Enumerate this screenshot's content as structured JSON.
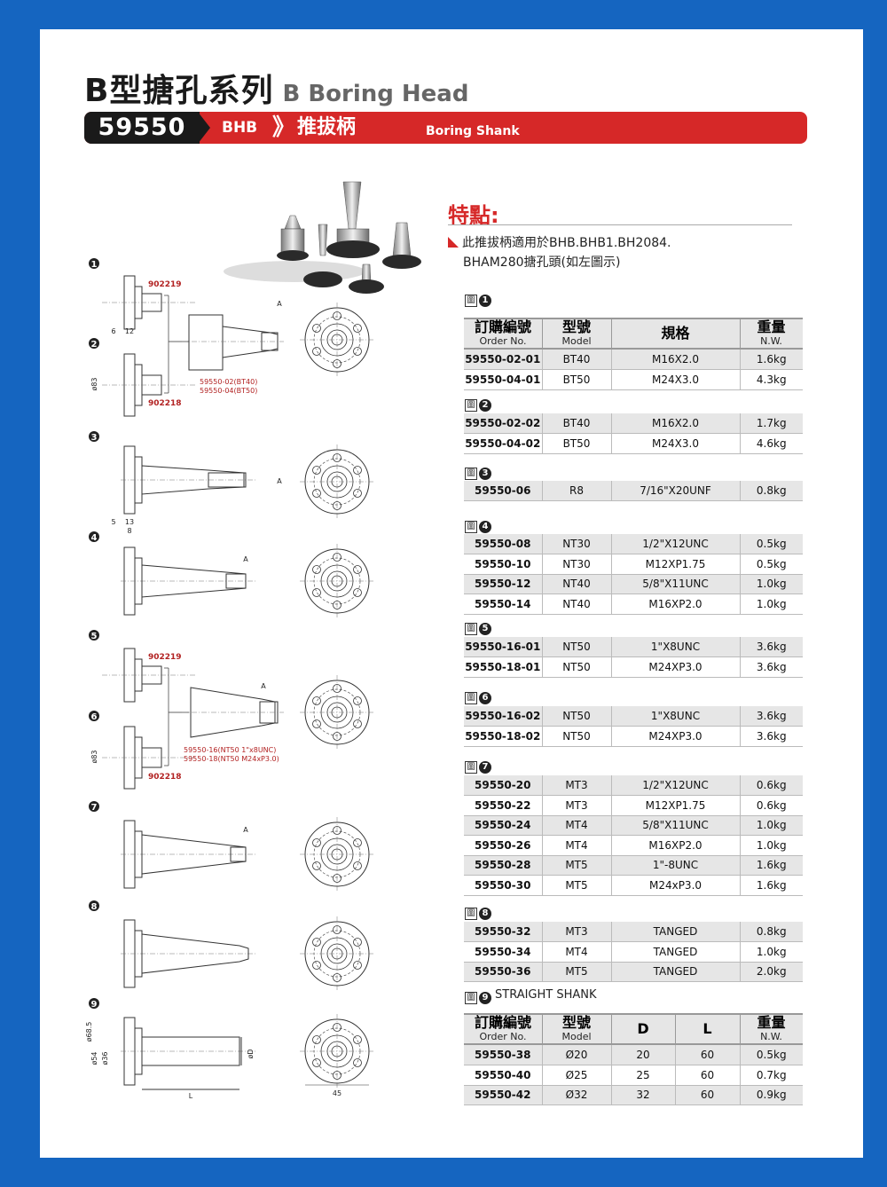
{
  "header": {
    "title_zh": "B型搪孔系列",
    "title_en": "B Boring Head",
    "code": "59550",
    "series": "BHB",
    "product_zh": "推拔柄",
    "product_en": "Boring Shank"
  },
  "features": {
    "title": "特點:",
    "line1": "此推拔柄適用於BHB.BHB1.BH2084.",
    "line2": "BHAM280搪孔頭(如左圖示)"
  },
  "table_headers": {
    "order_zh": "訂購編號",
    "order_en": "Order No.",
    "model_zh": "型號",
    "model_en": "Model",
    "spec_zh": "規格",
    "weight_zh": "重量",
    "weight_en": "N.W.",
    "d": "D",
    "l": "L"
  },
  "figure_prefix": "圖",
  "groups": [
    {
      "num": "1",
      "rows": [
        [
          "59550-02-01",
          "BT40",
          "M16X2.0",
          "1.6kg"
        ],
        [
          "59550-04-01",
          "BT50",
          "M24X3.0",
          "4.3kg"
        ]
      ]
    },
    {
      "num": "2",
      "rows": [
        [
          "59550-02-02",
          "BT40",
          "M16X2.0",
          "1.7kg"
        ],
        [
          "59550-04-02",
          "BT50",
          "M24X3.0",
          "4.6kg"
        ]
      ]
    },
    {
      "num": "3",
      "rows": [
        [
          "59550-06",
          "R8",
          "7/16\"X20UNF",
          "0.8kg"
        ]
      ]
    },
    {
      "num": "4",
      "rows": [
        [
          "59550-08",
          "NT30",
          "1/2\"X12UNC",
          "0.5kg"
        ],
        [
          "59550-10",
          "NT30",
          "M12XP1.75",
          "0.5kg"
        ],
        [
          "59550-12",
          "NT40",
          "5/8\"X11UNC",
          "1.0kg"
        ],
        [
          "59550-14",
          "NT40",
          "M16XP2.0",
          "1.0kg"
        ]
      ]
    },
    {
      "num": "5",
      "rows": [
        [
          "59550-16-01",
          "NT50",
          "1\"X8UNC",
          "3.6kg"
        ],
        [
          "59550-18-01",
          "NT50",
          "M24XP3.0",
          "3.6kg"
        ]
      ]
    },
    {
      "num": "6",
      "rows": [
        [
          "59550-16-02",
          "NT50",
          "1\"X8UNC",
          "3.6kg"
        ],
        [
          "59550-18-02",
          "NT50",
          "M24XP3.0",
          "3.6kg"
        ]
      ]
    },
    {
      "num": "7",
      "rows": [
        [
          "59550-20",
          "MT3",
          "1/2\"X12UNC",
          "0.6kg"
        ],
        [
          "59550-22",
          "MT3",
          "M12XP1.75",
          "0.6kg"
        ],
        [
          "59550-24",
          "MT4",
          "5/8\"X11UNC",
          "1.0kg"
        ],
        [
          "59550-26",
          "MT4",
          "M16XP2.0",
          "1.0kg"
        ],
        [
          "59550-28",
          "MT5",
          "1\"-8UNC",
          "1.6kg"
        ],
        [
          "59550-30",
          "MT5",
          "M24xP3.0",
          "1.6kg"
        ]
      ]
    },
    {
      "num": "8",
      "rows": [
        [
          "59550-32",
          "MT3",
          "TANGED",
          "0.8kg"
        ],
        [
          "59550-34",
          "MT4",
          "TANGED",
          "1.0kg"
        ],
        [
          "59550-36",
          "MT5",
          "TANGED",
          "2.0kg"
        ]
      ]
    },
    {
      "num": "9",
      "label": "STRAIGHT SHANK",
      "rows": [
        [
          "59550-38",
          "Ø20",
          "20",
          "60",
          "0.5kg"
        ],
        [
          "59550-40",
          "Ø25",
          "25",
          "60",
          "0.7kg"
        ],
        [
          "59550-42",
          "Ø32",
          "32",
          "60",
          "0.9kg"
        ]
      ]
    }
  ],
  "drawing_labels": {
    "part_a": "902219",
    "part_b": "902218",
    "note_bt_1": "59550-02(BT40)",
    "note_bt_2": "59550-04(BT50)",
    "note_nt_1": "59550-16(NT50 1\"x8UNC)",
    "note_nt_2": "59550-18(NT50 M24xP3.0)",
    "mark_a": "A",
    "dim_d": "øD",
    "dim_l": "L",
    "dim_45": "45",
    "dim_685": "ø68.5",
    "dim_54": "ø54",
    "dim_36": "ø36",
    "dim_83": "ø83",
    "dim_6": "6",
    "dim_12": "12",
    "dim_5": "5",
    "dim_13": "13",
    "dim_8": "8",
    "fig_nums": [
      "1",
      "2",
      "3",
      "4",
      "5",
      "6",
      "7",
      "8",
      "9"
    ]
  }
}
